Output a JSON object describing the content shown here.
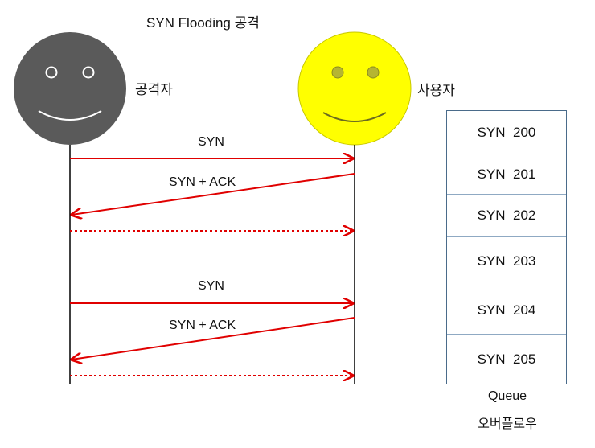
{
  "title": "SYN Flooding 공격",
  "attacker": {
    "label": "공격자",
    "face_color": "#5a5a5a"
  },
  "user": {
    "label": "사용자",
    "face_color": "#ffff00"
  },
  "messages": [
    {
      "label": "SYN",
      "direction": "attacker-to-user",
      "style": "solid"
    },
    {
      "label": "SYN + ACK",
      "direction": "user-to-attacker",
      "style": "solid"
    },
    {
      "label": "",
      "direction": "attacker-to-user",
      "style": "dotted"
    },
    {
      "label": "SYN",
      "direction": "attacker-to-user",
      "style": "solid"
    },
    {
      "label": "SYN + ACK",
      "direction": "user-to-attacker",
      "style": "solid"
    },
    {
      "label": "",
      "direction": "attacker-to-user",
      "style": "dotted"
    }
  ],
  "queue": {
    "items": [
      "SYN  200",
      "SYN  201",
      "SYN  202",
      "SYN  203",
      "SYN  204",
      "SYN  205"
    ],
    "caption": "Queue",
    "subcaption": "오버플로우"
  },
  "colors": {
    "arrow": "#e00000",
    "lifeline": "#000000",
    "queue_border": "#4a6b8a"
  }
}
